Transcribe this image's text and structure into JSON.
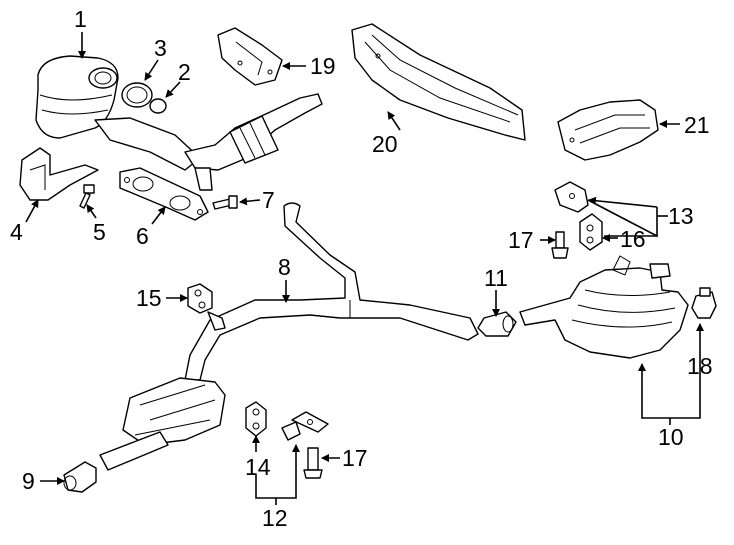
{
  "callouts": [
    {
      "id": "1",
      "text": "1"
    },
    {
      "id": "2",
      "text": "2"
    },
    {
      "id": "3",
      "text": "3"
    },
    {
      "id": "4",
      "text": "4"
    },
    {
      "id": "5",
      "text": "5"
    },
    {
      "id": "6",
      "text": "6"
    },
    {
      "id": "7",
      "text": "7"
    },
    {
      "id": "8",
      "text": "8"
    },
    {
      "id": "9",
      "text": "9"
    },
    {
      "id": "10",
      "text": "10"
    },
    {
      "id": "11",
      "text": "11"
    },
    {
      "id": "12",
      "text": "12"
    },
    {
      "id": "13",
      "text": "13"
    },
    {
      "id": "14",
      "text": "14"
    },
    {
      "id": "15",
      "text": "15"
    },
    {
      "id": "16",
      "text": "16"
    },
    {
      "id": "17a",
      "text": "17"
    },
    {
      "id": "17b",
      "text": "17"
    },
    {
      "id": "18",
      "text": "18"
    },
    {
      "id": "19",
      "text": "19"
    },
    {
      "id": "20",
      "text": "20"
    },
    {
      "id": "21",
      "text": "21"
    }
  ]
}
